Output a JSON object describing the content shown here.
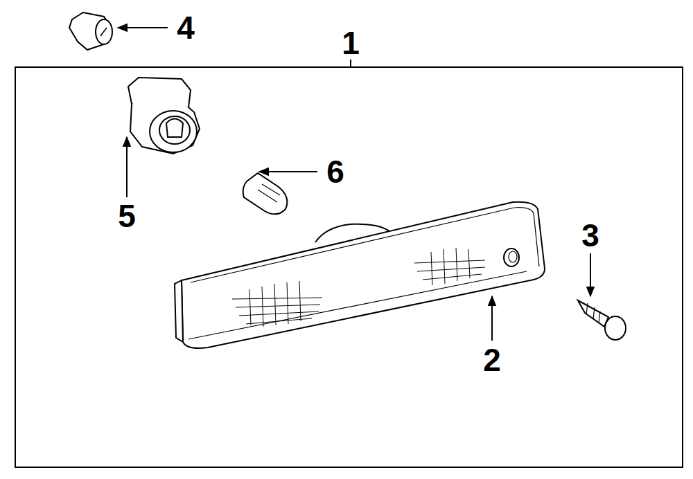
{
  "diagram": {
    "labels": [
      "4",
      "1",
      "5",
      "6",
      "3",
      "2"
    ]
  }
}
